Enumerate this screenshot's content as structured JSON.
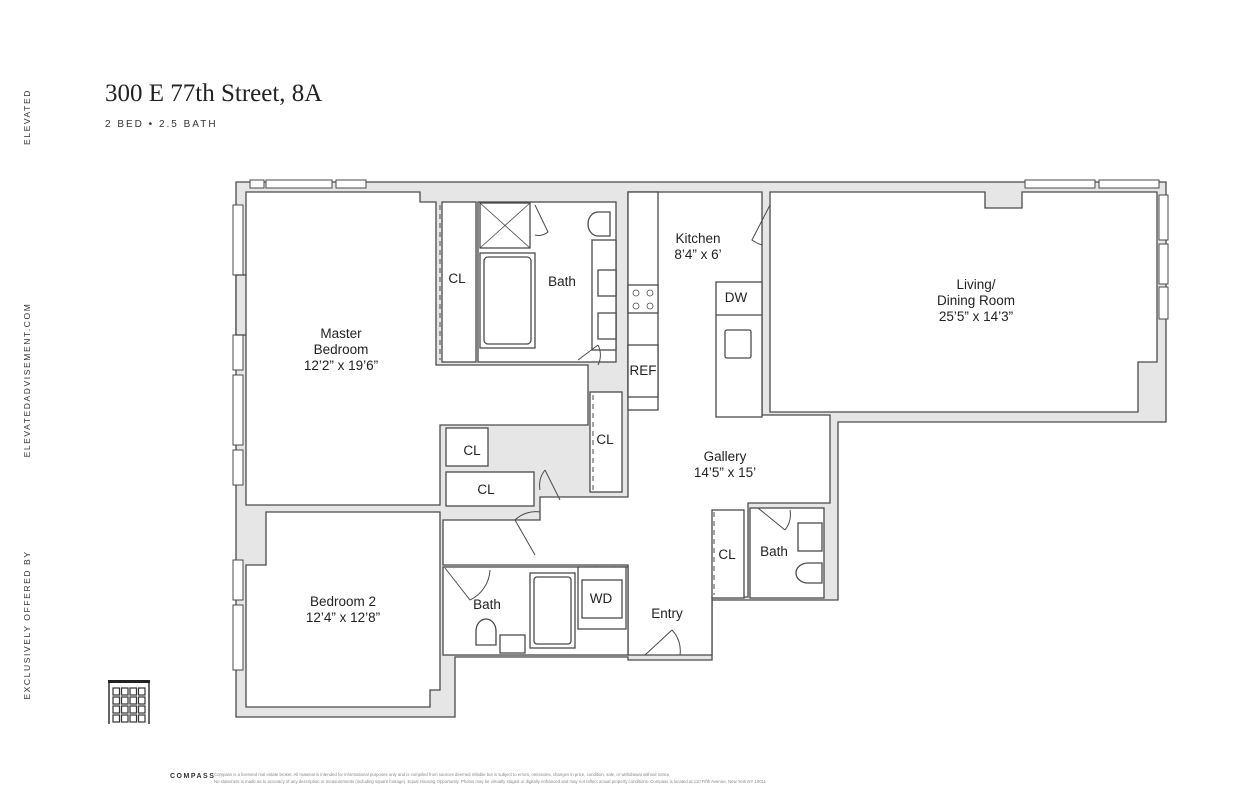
{
  "header": {
    "title": "300 E 77th Street, 8A",
    "subtitle": "2 BED • 2.5 BATH"
  },
  "sidebar": {
    "brand": "ELEVATED",
    "website": "ELEVATEDADVISEMENT.COM",
    "offered_by": "EXCLUSIVELY OFFERED BY"
  },
  "rooms": [
    {
      "name": "Master",
      "name2": "Bedroom",
      "dims": "12’2” x 19’6”"
    },
    {
      "name": "Bath"
    },
    {
      "name": "Kitchen",
      "dims": "8’4” x 6’"
    },
    {
      "name": "Living/",
      "name2": "Dining Room",
      "dims": "25’5” x 14’3”"
    },
    {
      "name": "Gallery",
      "dims": "14’5” x 15’"
    },
    {
      "name": "Bedroom 2",
      "dims": "12’4” x 12’8”"
    },
    {
      "name": "Bath"
    },
    {
      "name": "Bath"
    },
    {
      "name": "Entry"
    }
  ],
  "fixtures": {
    "closet": "CL",
    "refrigerator": "REF",
    "dishwasher": "DW",
    "washer_dryer": "WD"
  },
  "footer": {
    "brand": "COMPASS",
    "disclaimer_1": "Compass is a licensed real estate broker. All material is intended for informational purposes only and is compiled from sources deemed reliable but is subject to errors, omissions, changes in price, condition, sale, or withdrawal without notice.",
    "disclaimer_2": "No statement is made as to accuracy of any description or measurements (including square footage). Equal Housing Opportunity. Photos may be virtually staged or digitally enhanced and may not reflect actual property conditions. Compass is located at 110 Fifth Avenue, New York NY 10011"
  },
  "colors": {
    "wall_fill": "#e6e6e6",
    "line": "#4a4a4a",
    "room": "#ffffff"
  }
}
